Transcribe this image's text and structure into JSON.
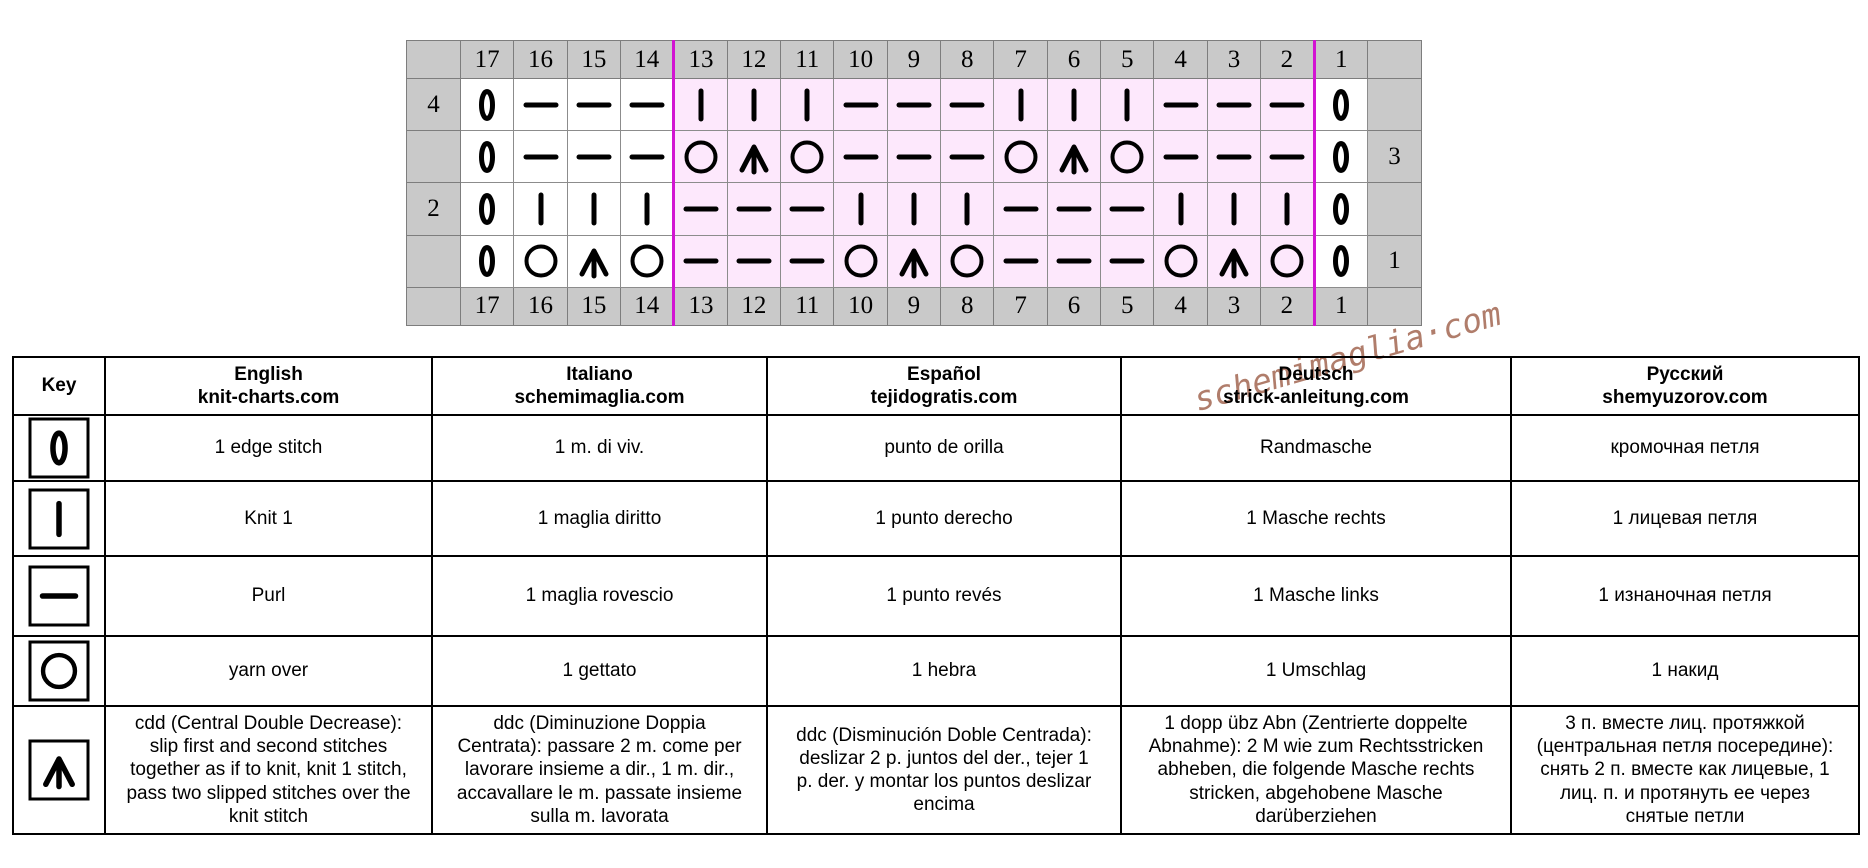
{
  "chart": {
    "column_numbers": [
      "17",
      "16",
      "15",
      "14",
      "13",
      "12",
      "11",
      "10",
      "9",
      "8",
      "7",
      "6",
      "5",
      "4",
      "3",
      "2",
      "1"
    ],
    "rows": [
      {
        "label_left": "4",
        "label_right": "",
        "stitches": [
          "edge",
          "purl",
          "purl",
          "purl",
          "knit",
          "knit",
          "knit",
          "purl",
          "purl",
          "purl",
          "knit",
          "knit",
          "knit",
          "purl",
          "purl",
          "purl",
          "edge"
        ]
      },
      {
        "label_left": "",
        "label_right": "3",
        "stitches": [
          "edge",
          "purl",
          "purl",
          "purl",
          "yo",
          "cdd",
          "yo",
          "purl",
          "purl",
          "purl",
          "yo",
          "cdd",
          "yo",
          "purl",
          "purl",
          "purl",
          "edge"
        ]
      },
      {
        "label_left": "2",
        "label_right": "",
        "stitches": [
          "edge",
          "knit",
          "knit",
          "knit",
          "purl",
          "purl",
          "purl",
          "knit",
          "knit",
          "knit",
          "purl",
          "purl",
          "purl",
          "knit",
          "knit",
          "knit",
          "edge"
        ]
      },
      {
        "label_left": "",
        "label_right": "1",
        "stitches": [
          "edge",
          "yo",
          "cdd",
          "yo",
          "purl",
          "purl",
          "purl",
          "yo",
          "cdd",
          "yo",
          "purl",
          "purl",
          "purl",
          "yo",
          "cdd",
          "yo",
          "edge"
        ]
      }
    ],
    "repeat_highlight_color": "#fde8fc",
    "repeat_line_color": "#d214d2"
  },
  "watermark": "schemimaglia·com",
  "key_table": {
    "corner": "Key",
    "headers": [
      {
        "lang": "English",
        "site": "knit-charts.com"
      },
      {
        "lang": "Italiano",
        "site": "schemimaglia.com"
      },
      {
        "lang": "Español",
        "site": "tejidogratis.com"
      },
      {
        "lang": "Deutsch",
        "site": "strick-anleitung.com"
      },
      {
        "lang": "Русский",
        "site": "shemyuzorov.com"
      }
    ],
    "rows": [
      {
        "symbol": "edge-stitch-icon",
        "cells": [
          "1 edge stitch",
          "1 m. di viv.",
          "punto de orilla",
          "Randmasche",
          "кромочная петля"
        ]
      },
      {
        "symbol": "knit-icon",
        "cells": [
          "Knit 1",
          "1 maglia diritto",
          "1 punto derecho",
          "1 Masche rechts",
          "1 лицевая петля"
        ]
      },
      {
        "symbol": "purl-icon",
        "cells": [
          "Purl",
          "1 maglia rovescio",
          "1 punto revés",
          "1 Masche links",
          "1 изнаночная петля"
        ]
      },
      {
        "symbol": "yarn-over-icon",
        "cells": [
          "yarn over",
          "1 gettato",
          "1 hebra",
          "1 Umschlag",
          "1 накид"
        ]
      },
      {
        "symbol": "cdd-icon",
        "cells": [
          [
            "cdd (Central Double Decrease):",
            "slip first and second stitches",
            "together as if to knit, knit 1 stitch,",
            "pass two slipped stitches over the",
            "knit stitch"
          ],
          [
            "ddc (Diminuzione Doppia",
            "Centrata): passare 2 m. come per",
            "lavorare insieme a dir., 1 m. dir.,",
            "accavallare le m. passate insieme",
            "sulla m. lavorata"
          ],
          [
            "ddc (Disminución Doble Centrada):",
            "deslizar 2 p. juntos del der., tejer 1",
            "p. der. y montar los puntos deslizar",
            "encima"
          ],
          [
            "1 dopp übz Abn (Zentrierte doppelte",
            "Abnahme): 2 M wie zum Rechtsstricken",
            "abheben, die folgende Masche rechts",
            "stricken, abgehobene Masche",
            "darüberziehen"
          ],
          [
            "3 п. вместе лиц. протяжкой",
            "(центральная петля посередине):",
            "снять 2 п. вместе как лицевые, 1",
            "лиц. п. и протянуть ее через",
            "снятые петли"
          ]
        ]
      }
    ]
  }
}
